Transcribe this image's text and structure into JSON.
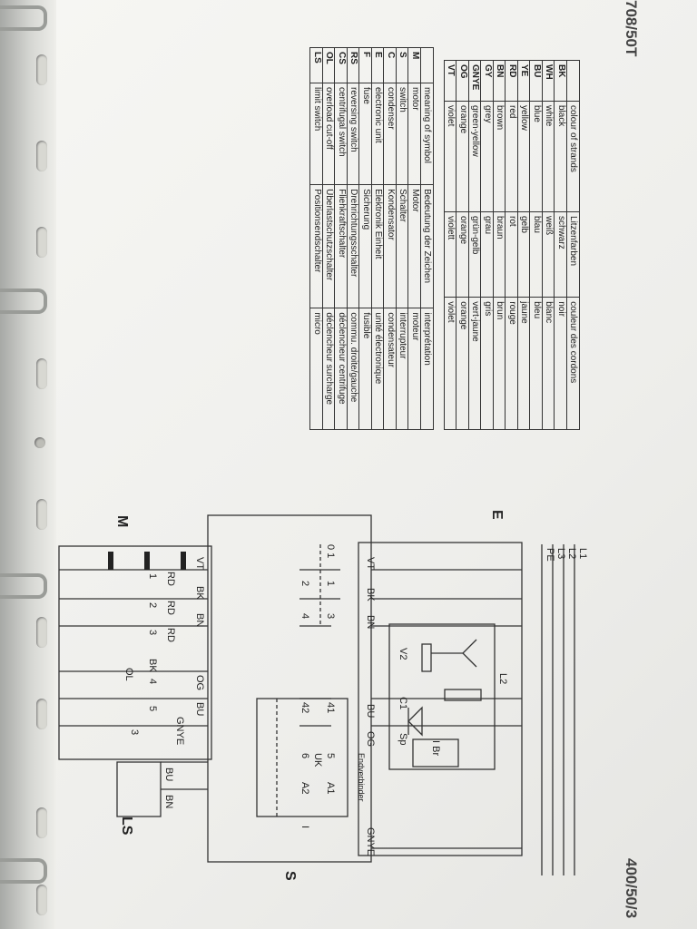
{
  "header": {
    "left_code": "708/50T",
    "right_code": "400/50/3"
  },
  "colour_table": {
    "headers": [
      "colour of strands",
      "Litzenfarben",
      "couleur des cordons"
    ],
    "rows": [
      [
        "BK",
        "black",
        "schwarz",
        "noir"
      ],
      [
        "WH",
        "white",
        "weiß",
        "blanc"
      ],
      [
        "BU",
        "blue",
        "blau",
        "bleu"
      ],
      [
        "YE",
        "yellow",
        "gelb",
        "jaune"
      ],
      [
        "RD",
        "red",
        "rot",
        "rouge"
      ],
      [
        "BN",
        "brown",
        "braun",
        "brun"
      ],
      [
        "GY",
        "grey",
        "grau",
        "gris"
      ],
      [
        "GNYE",
        "green-yellow",
        "grün-gelb",
        "vert-jaune"
      ],
      [
        "OG",
        "orange",
        "orange",
        "orange"
      ],
      [
        "VT",
        "violet",
        "violett",
        "violet"
      ]
    ]
  },
  "symbol_table": {
    "headers": [
      "meaning of symbol",
      "Bedeutung der Zeichen",
      "interprétation"
    ],
    "rows": [
      [
        "M",
        "motor",
        "Motor",
        "moteur"
      ],
      [
        "S",
        "switch",
        "Schalter",
        "interrupteur"
      ],
      [
        "C",
        "condenser",
        "Kondensator",
        "condensateur"
      ],
      [
        "E",
        "electronic unit",
        "Elektronik Einheit",
        "unité électronique"
      ],
      [
        "F",
        "fuse",
        "Sicherung",
        "fusible"
      ],
      [
        "RS",
        "reversing switch",
        "Drehrichtungsschalter",
        "commu. droite/gauche"
      ],
      [
        "CS",
        "centrifugal switch",
        "Fliehkraftschalter",
        "déclencheur centrifuge"
      ],
      [
        "OL",
        "overload cut-off",
        "Überlastschutzschalter",
        "déclencheur surcharge"
      ],
      [
        "LS",
        "limit switch",
        "Positionsendschalter",
        "micro"
      ]
    ]
  },
  "diagram": {
    "supply": [
      "L1",
      "L2",
      "L3",
      "PE"
    ],
    "blocks": {
      "electronic": "E",
      "switch": "S",
      "motor": "M",
      "limit": "LS"
    },
    "wires_top": [
      "VT",
      "BK",
      "BN",
      "BU",
      "OG",
      "GNYE"
    ],
    "motor_wires": [
      "VT",
      "BK",
      "BN",
      "OG",
      "BU",
      "GNYE"
    ],
    "motor_reds": [
      "RD",
      "RD",
      "RD"
    ],
    "motor_terms": [
      "1",
      "2",
      "3",
      "BK",
      "4",
      "5"
    ],
    "switch_terms": [
      "0 1",
      "1",
      "2",
      "3",
      "4",
      "41",
      "42",
      "5",
      "6",
      "A1",
      "A2",
      "UK",
      "I"
    ],
    "e_terms": [
      "L2",
      "V2",
      "C1",
      "Sp",
      "I Br"
    ],
    "ls_wires": [
      "BU",
      "BN"
    ],
    "annot": [
      "Endverbinder",
      "OL",
      "3"
    ]
  }
}
